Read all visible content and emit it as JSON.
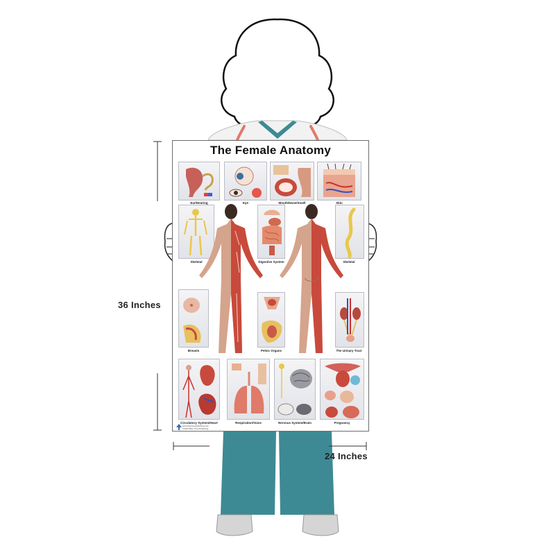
{
  "poster": {
    "title": "The Female Anatomy",
    "panels": [
      {
        "id": "ear",
        "caption": "Ear/Hearing"
      },
      {
        "id": "eye",
        "caption": "Eye"
      },
      {
        "id": "mouth",
        "caption": "Mouth/Nose/Smell"
      },
      {
        "id": "skin",
        "caption": "Skin"
      },
      {
        "id": "skeletal-left",
        "caption": "Skeletal"
      },
      {
        "id": "digestive",
        "caption": "Digestive System"
      },
      {
        "id": "skeletal-right",
        "caption": "Skeletal"
      },
      {
        "id": "breasts",
        "caption": "Breasts"
      },
      {
        "id": "pelvic",
        "caption": "Pelvic Organs"
      },
      {
        "id": "urinary",
        "caption": "The Urinary Tract"
      },
      {
        "id": "circulatory",
        "caption": "Circulatory System/Heart"
      },
      {
        "id": "respiration",
        "caption": "Respiration/Voice"
      },
      {
        "id": "nervous",
        "caption": "Nervous System/Brain"
      },
      {
        "id": "pregnancy",
        "caption": "Pregnancy"
      }
    ],
    "footer": {
      "line1": "www.bluetreepublishing.com",
      "line2": "©2015 Blue Tree Publishing"
    }
  },
  "dimensions": {
    "height_label": "36 Inches",
    "width_label": "24 Inches"
  },
  "colors": {
    "scrubs": "#3d8a94",
    "coat": "#f2f2f2",
    "stethoscope": "#e07a6a",
    "muscle": "#c84a3c",
    "skin": "#d4a48c",
    "bone": "#e8c84a"
  }
}
